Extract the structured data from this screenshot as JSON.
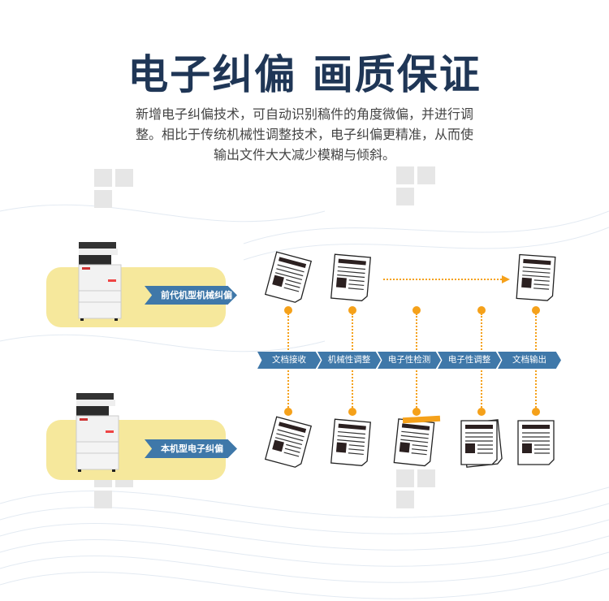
{
  "title": "电子纠偏 画质保证",
  "description": [
    "新增电子纠偏技术，可自动识别稿件的角度微偏，并进行调",
    "整。相比于传统机械性调整技术，电子纠偏更精准，从而使",
    "输出文件大大减少模糊与倾斜。"
  ],
  "rows": [
    {
      "label": "前代机型机械纠偏"
    },
    {
      "label": "本机型电子纠偏"
    }
  ],
  "steps": [
    "文档接收",
    "机械性调整",
    "电子性检测",
    "电子性调整",
    "文档输出"
  ],
  "colors": {
    "accent": "#f5a11a",
    "blue": "#3f78a9",
    "yellow": "#f6e89c",
    "title": "#1f3656"
  }
}
